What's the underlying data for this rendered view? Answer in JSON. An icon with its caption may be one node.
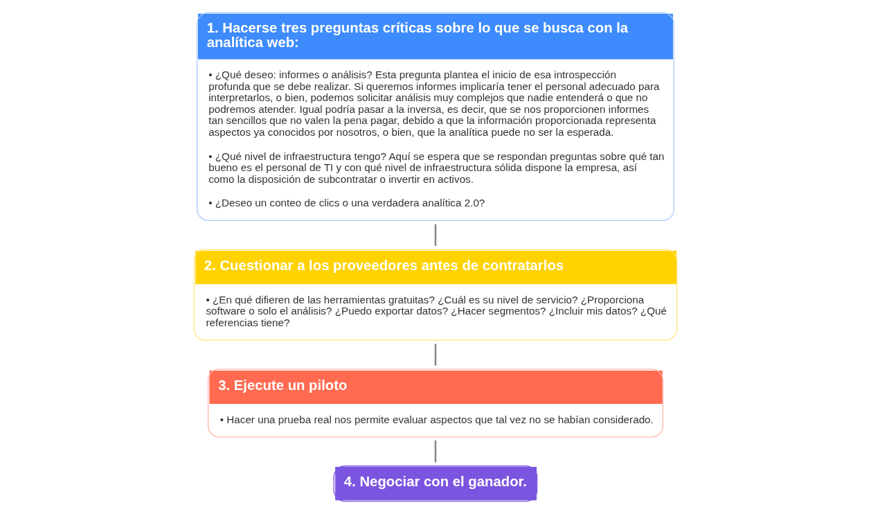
{
  "diagram": {
    "nodes": [
      {
        "text": [
          "1. Hacerse tres preguntas críticas sobre lo que se busca con la analítica web:",
          "• ¿Qué deseo: informes o análisis? Esta pregunta plantea el inicio de esa introspección profunda que se debe realizar. Si queremos informes implicaría tener el personal adecuado para interpretarlos, o bien, podemos solicitar análisis muy complejos que nadie entenderá o que no podremos atender. Igual podría pasar a la inversa, es decir, que se nos proporcionen informes tan sencillos que no valen la pena pagar, debido a que la información proporcionada representa aspectos ya conocidos por nosotros, o bien, que la analítica puede no ser la esperada.",
          "• ¿Qué nivel de infraestructura tengo? Aquí se espera que se respondan preguntas sobre qué tan bueno es el personal de TI y con qué nivel de infraestructura sólida dispone la empresa, así como la disposición de subcontratar o invertir en activos.",
          "• ¿Deseo un conteo de clics o una verdadera analítica 2.0?"
        ]
      },
      {
        "text": [
          "2. Cuestionar a los proveedores antes de contratarlos",
          "• ¿En qué difieren de las herramientas gratuitas? ¿Cuál es su nivel de servicio? ¿Proporciona software o solo el análisis? ¿Puedo exportar datos? ¿Hacer segmentos? ¿Incluir mis datos? ¿Qué referencias tiene?"
        ]
      },
      {
        "text": [
          "3. Ejecute un piloto",
          "• Hacer una prueba real nos permite evaluar aspectos que tal vez no se habían considerado."
        ]
      },
      {
        "text": [
          "4. Negociar con el ganador."
        ]
      }
    ],
    "edges": [
      {
        "from": 0,
        "to": 1,
        "arrow": "none"
      },
      {
        "from": 1,
        "to": 2,
        "arrow": "none"
      },
      {
        "from": 2,
        "to": 3,
        "arrow": "none"
      }
    ]
  }
}
